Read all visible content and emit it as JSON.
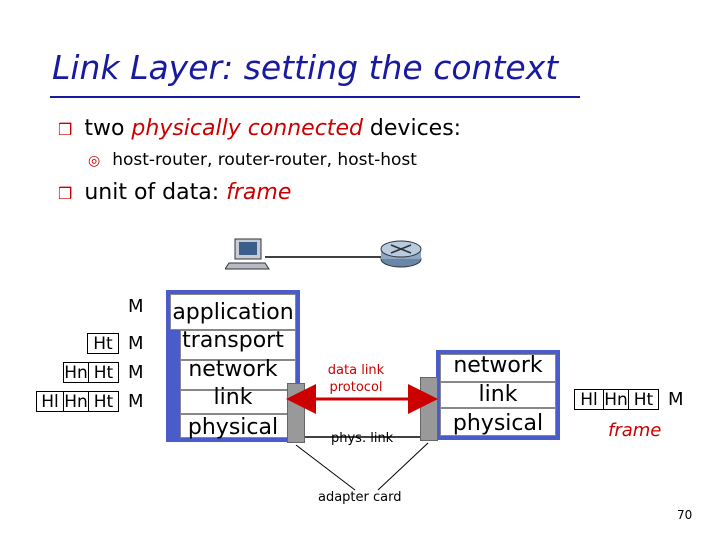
{
  "title": "Link Layer: setting the context",
  "bullets": [
    {
      "text_plain": "two ",
      "text_em": "physically connected",
      "text_tail": " devices:"
    },
    {
      "sub": "host-router, router-router, host-host"
    },
    {
      "text_plain": "unit of data: ",
      "text_em": "frame",
      "text_tail": ""
    }
  ],
  "headers": {
    "ht": "Ht",
    "hn": "Hn",
    "hl": "Hl",
    "m": "M"
  },
  "stack_left": [
    "application",
    "transport",
    "network",
    "link",
    "physical"
  ],
  "stack_right": [
    "network",
    "link",
    "physical"
  ],
  "labels": {
    "data_link_protocol_1": "data link",
    "data_link_protocol_2": "protocol",
    "phys_link": "phys. link",
    "adapter_card": "adapter card",
    "frame": "frame"
  },
  "page_number": "70",
  "colors": {
    "title": "#1a1aa0",
    "accent_red": "#cc0000",
    "stack_blue": "#4a5cc9",
    "adapter_gray": "#999999"
  },
  "icons": {
    "bullet": "square-bullet-icon",
    "sub_bullet": "circle-bullet-icon",
    "host": "computer-icon",
    "router": "router-icon"
  }
}
